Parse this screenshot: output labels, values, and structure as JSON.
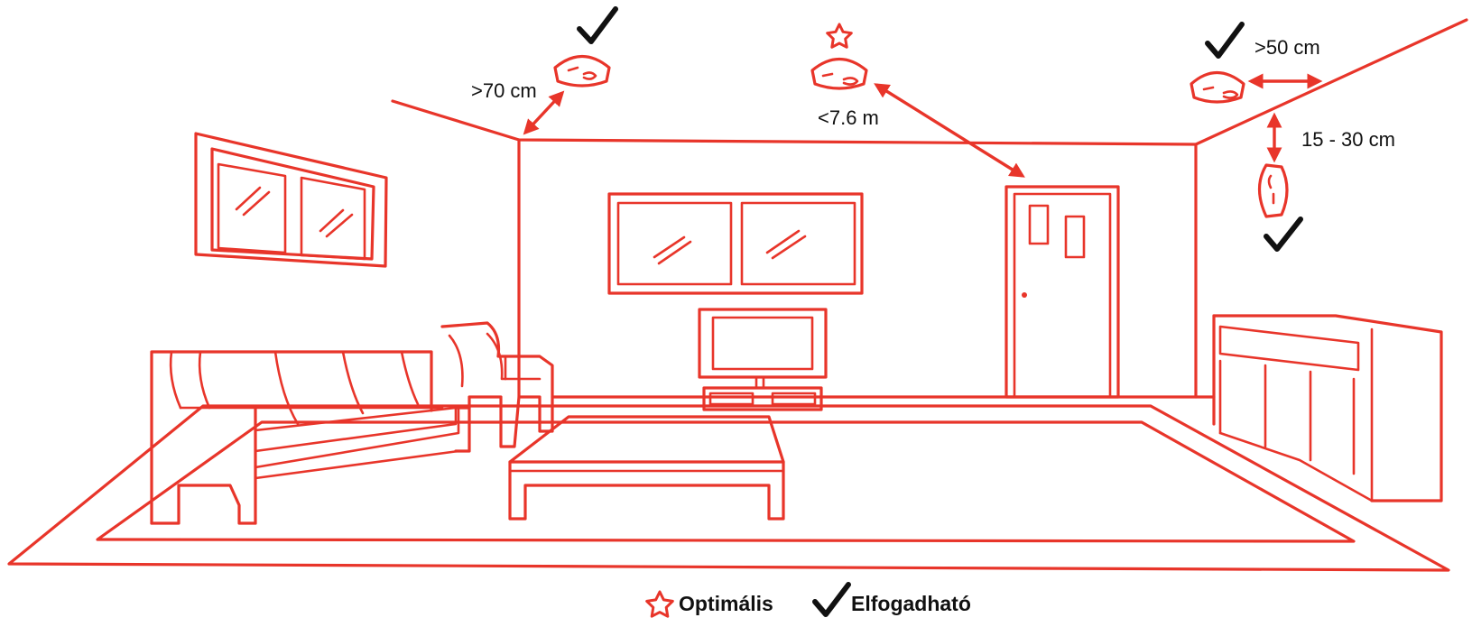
{
  "dimensions": {
    "corner_distance": ">70 cm",
    "max_spacing": "<7.6 m",
    "wall_distance": ">50 cm",
    "ceiling_offset": "15 - 30 cm"
  },
  "legend": {
    "optimal_label": "Optimális",
    "acceptable_label": "Elfogadható"
  },
  "colors": {
    "line": "#e8352a",
    "text": "#111111",
    "background": "#ffffff"
  },
  "icons": {
    "optimal": "star-outline-icon",
    "acceptable": "checkmark-icon",
    "detector": "smoke-detector-icon"
  }
}
